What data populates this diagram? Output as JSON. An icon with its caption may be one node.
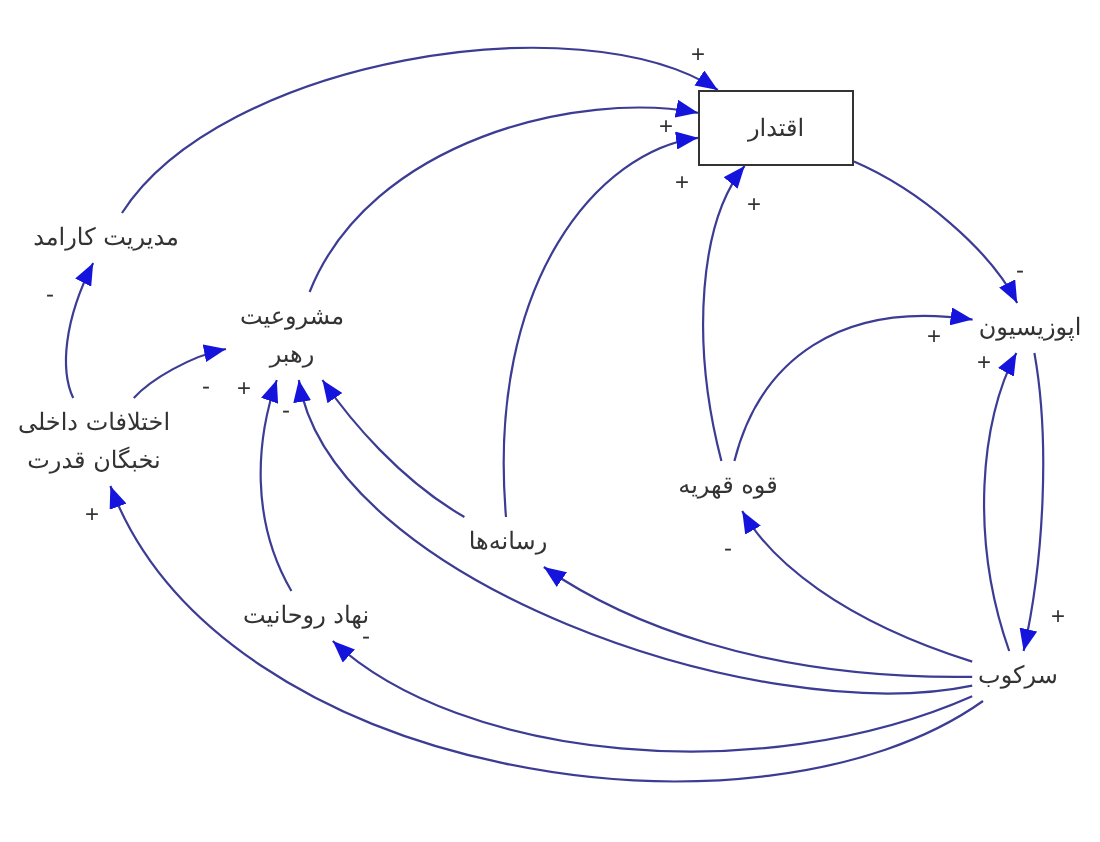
{
  "diagram": {
    "nodes": [
      {
        "text": [
          "اقتدار"
        ]
      },
      {
        "text": [
          "مدیریت کارامد"
        ]
      },
      {
        "text": [
          "مشروعیت رهبر"
        ]
      },
      {
        "text": [
          "اختلافات داخلی نخبگان قدرت"
        ]
      },
      {
        "text": [
          "اپوزیسیون"
        ]
      },
      {
        "text": [
          "قوه قهریه"
        ]
      },
      {
        "text": [
          "رسانه‌ها"
        ]
      },
      {
        "text": [
          "نهاد روحانیت"
        ]
      },
      {
        "text": [
          "سرکوب"
        ]
      }
    ],
    "edges": [
      {
        "from": 1,
        "to": 0,
        "arrow": "to",
        "label": "+"
      },
      {
        "from": 2,
        "to": 0,
        "arrow": "to",
        "label": "+"
      },
      {
        "from": 6,
        "to": 0,
        "arrow": "to",
        "label": "+"
      },
      {
        "from": 5,
        "to": 0,
        "arrow": "to",
        "label": "+"
      },
      {
        "from": 0,
        "to": 4,
        "arrow": "to",
        "label": "-"
      },
      {
        "from": 5,
        "to": 4,
        "arrow": "to",
        "label": "+"
      },
      {
        "from": 8,
        "to": 4,
        "arrow": "to",
        "label": "+"
      },
      {
        "from": 4,
        "to": 8,
        "arrow": "to",
        "label": "+"
      },
      {
        "from": 8,
        "to": 5,
        "arrow": "to",
        "label": "-"
      },
      {
        "from": 8,
        "to": 6,
        "arrow": "to"
      },
      {
        "from": 8,
        "to": 2,
        "arrow": "to",
        "label": "-"
      },
      {
        "from": 8,
        "to": 7,
        "arrow": "to",
        "label": "-"
      },
      {
        "from": 8,
        "to": 3,
        "arrow": "to",
        "label": "+"
      },
      {
        "from": 3,
        "to": 1,
        "arrow": "to",
        "label": "-"
      },
      {
        "from": 3,
        "to": 2,
        "arrow": "to",
        "label": "-"
      },
      {
        "from": 7,
        "to": 2,
        "arrow": "to",
        "label": "+"
      },
      {
        "from": 6,
        "to": 2,
        "arrow": "to"
      }
    ]
  }
}
